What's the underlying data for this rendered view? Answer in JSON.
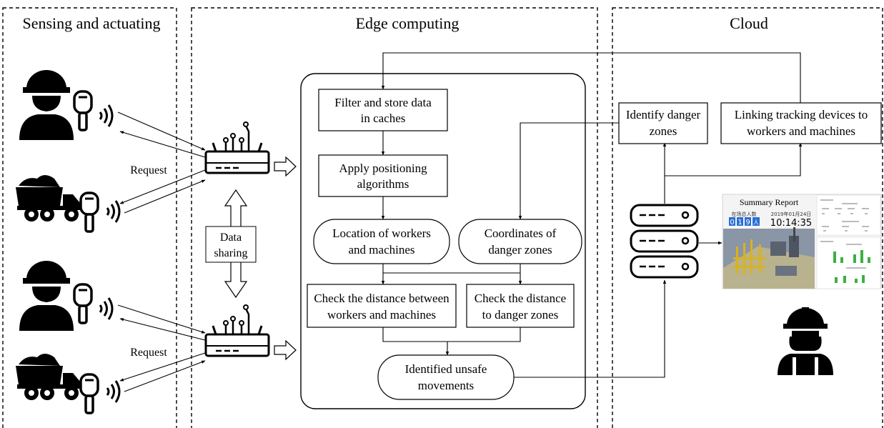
{
  "sections": {
    "sensing": "Sensing and actuating",
    "edge": "Edge computing",
    "cloud": "Cloud"
  },
  "left": {
    "request_top": "Request",
    "request_bottom": "Request",
    "data_sharing": [
      "Data",
      "sharing"
    ]
  },
  "edge_flow": {
    "filter": [
      "Filter and store data",
      "in caches"
    ],
    "positioning": [
      "Apply positioning",
      "algorithms"
    ],
    "location": [
      "Location of workers",
      "and machines"
    ],
    "coordinates": [
      "Coordinates of",
      "danger zones"
    ],
    "check_workers": [
      "Check the distance between",
      "workers and machines"
    ],
    "check_zones": [
      "Check the distance",
      "to danger zones"
    ],
    "unsafe": [
      "Identified unsafe",
      "movements"
    ]
  },
  "cloud": {
    "identify": [
      "Identify danger",
      "zones"
    ],
    "linking": [
      "Linking tracking devices to",
      "workers and machines"
    ]
  },
  "report": {
    "title": "Summary Report",
    "people_label": "在场总人数",
    "people_digits": [
      "0",
      "1",
      "9"
    ],
    "people_unit": "人",
    "date": "2019年01月24日",
    "time": "10:14:35"
  },
  "icons": [
    "worker-icon",
    "tag-icon",
    "signal-icon",
    "truck-icon",
    "router-icon",
    "server-icon",
    "monitoring-worker-icon"
  ]
}
